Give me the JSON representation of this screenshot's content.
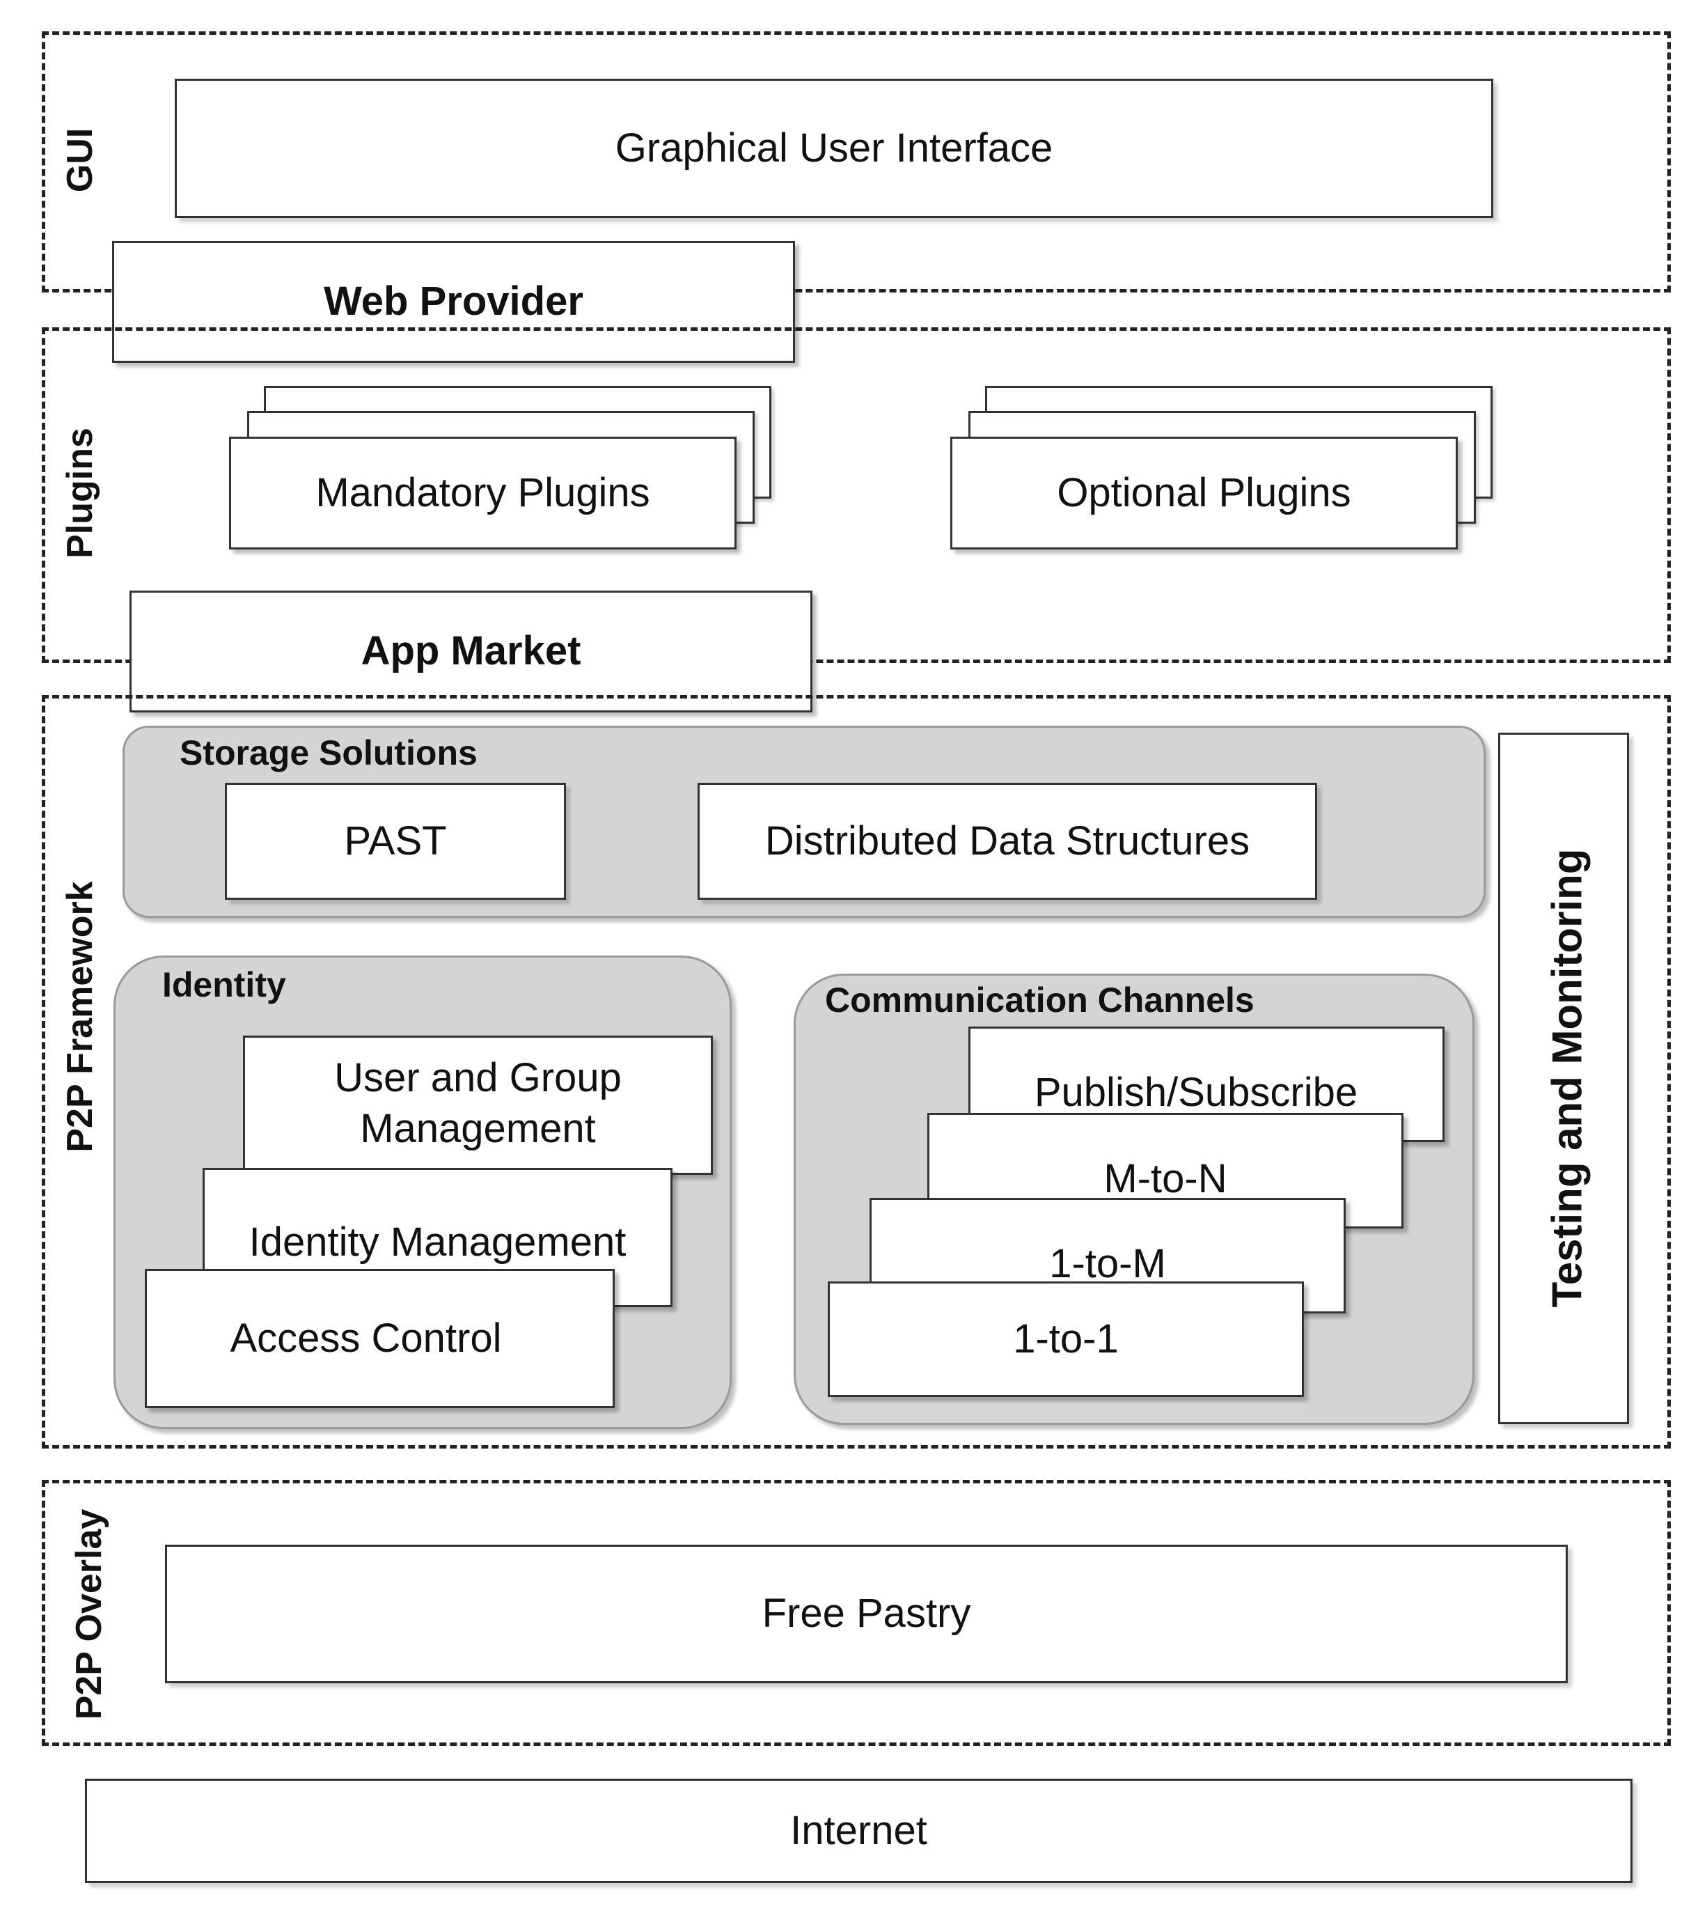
{
  "layers": {
    "gui": "GUI",
    "plugins": "Plugins",
    "framework": "P2P Framework",
    "overlay": "P2P Overlay"
  },
  "boxes": {
    "gui": "Graphical User Interface",
    "web_provider": "Web Provider",
    "mandatory_plugins": "Mandatory Plugins",
    "optional_plugins": "Optional Plugins",
    "app_market": "App Market",
    "past": "PAST",
    "distributed_data": "Distributed Data Structures",
    "user_group": "User and Group Management",
    "identity_mgmt": "Identity Management",
    "access_control": "Access Control",
    "pubsub": "Publish/Subscribe",
    "m_to_n": "M-to-N",
    "one_to_m": "1-to-M",
    "one_to_one": "1-to-1",
    "testing": "Testing and Monitoring",
    "free_pastry": "Free Pastry",
    "internet": "Internet"
  },
  "groups": {
    "storage": "Storage Solutions",
    "identity": "Identity",
    "communication": "Communication Channels"
  }
}
